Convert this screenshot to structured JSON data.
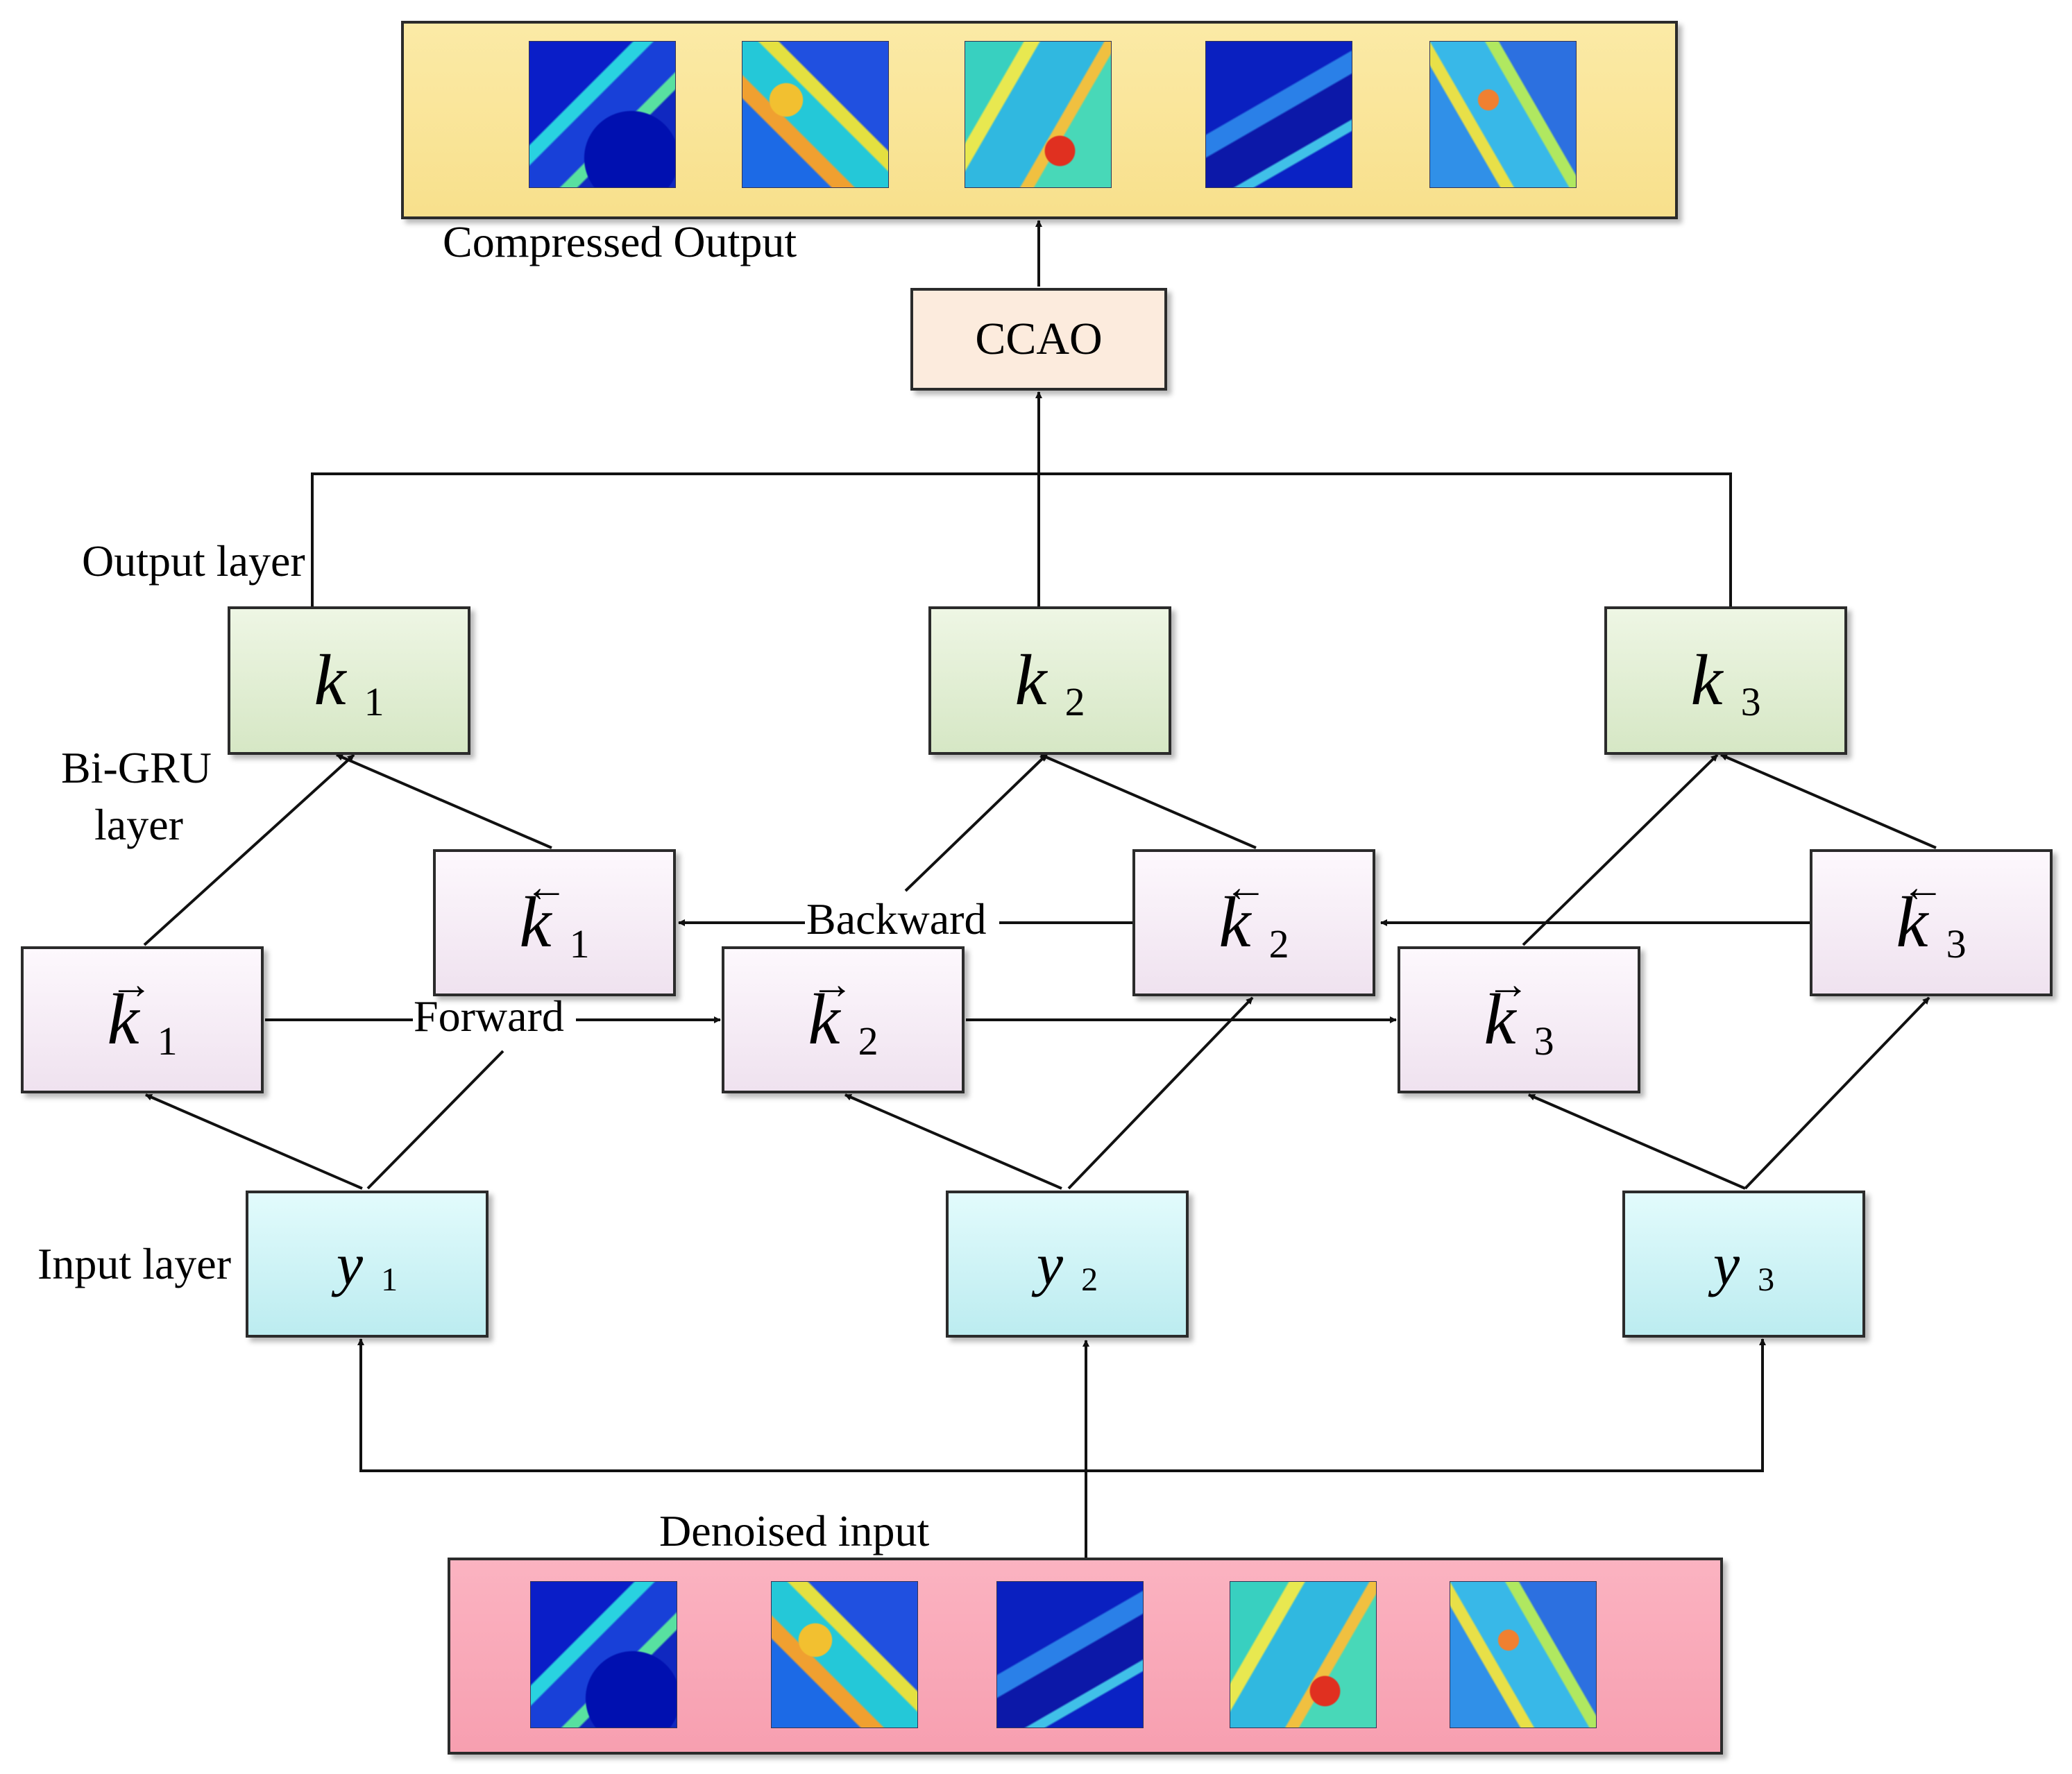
{
  "labels": {
    "compressed_output": "Compressed Output",
    "ccao": "CCAO",
    "output_layer": "Output layer",
    "bigru_layer_line1": "Bi-GRU",
    "bigru_layer_line2": "layer",
    "backward": "Backward",
    "forward": "Forward",
    "input_layer": "Input layer",
    "denoised_input": "Denoised input"
  },
  "nodes": {
    "output": [
      {
        "var": "k",
        "sub": "1"
      },
      {
        "var": "k",
        "sub": "2"
      },
      {
        "var": "k",
        "sub": "3"
      }
    ],
    "backward": [
      {
        "var": "k",
        "mark": "←",
        "sub": "1"
      },
      {
        "var": "k",
        "mark": "←",
        "sub": "2"
      },
      {
        "var": "k",
        "mark": "←",
        "sub": "3"
      }
    ],
    "forward": [
      {
        "var": "k",
        "mark": "→",
        "sub": "1"
      },
      {
        "var": "k",
        "mark": "→",
        "sub": "2"
      },
      {
        "var": "k",
        "mark": "→",
        "sub": "3"
      }
    ],
    "input": [
      {
        "var": "y",
        "sub": "1"
      },
      {
        "var": "y",
        "sub": "2"
      },
      {
        "var": "y",
        "sub": "3"
      }
    ]
  },
  "colors": {
    "output_band": "#f8e08c",
    "input_band": "#f79fb0",
    "ccao_box": "#fcebdd",
    "output_node": "#d6e7c5",
    "bigru_node": "#efe2ef",
    "input_node": "#bcecf0",
    "line": "#111111"
  },
  "icons": [
    "hyperspectral-band-thumbnail"
  ]
}
